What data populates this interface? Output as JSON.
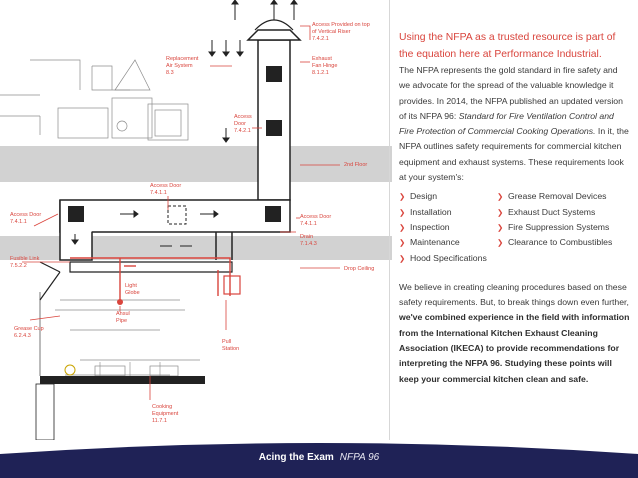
{
  "diagram": {
    "labels": {
      "access_top": [
        "Access Provided on top",
        "of Vertical Riser",
        "7.4.2.1"
      ],
      "replacement_air": [
        "Replacement",
        "Air System",
        "8.3"
      ],
      "exhaust_fan": [
        "Exhaust",
        "Fan Hinge",
        "8.1.2.1"
      ],
      "access_door_vertical": [
        "Access",
        "Door",
        "7.4.2.1"
      ],
      "second_floor": [
        "2nd Floor"
      ],
      "access_door_center": [
        "Access Door",
        "7.4.1.1"
      ],
      "access_door_left": [
        "Access Door",
        "7.4.1.1"
      ],
      "access_door_right": [
        "Access Door",
        "7.4.1.1"
      ],
      "drain": [
        "Drain",
        "7.1.4.3"
      ],
      "drop_ceiling": [
        "Drop Ceiling"
      ],
      "fusible_link": [
        "Fusible Link",
        "7.5.2.2"
      ],
      "light_globe": [
        "Light",
        "Globe"
      ],
      "ansul_pipe": [
        "Ansul",
        "Pipe"
      ],
      "grease_cup": [
        "Grease Cup",
        "6.2.4.3"
      ],
      "pull_station": [
        "Pull",
        "Station"
      ],
      "cooking_equipment": [
        "Cooking",
        "Equipment",
        "11.7.1"
      ]
    }
  },
  "content": {
    "intro": "Using the NFPA as a trusted resource is part of the equation here at Performance Industrial.",
    "para1_start": "The NFPA represents the gold standard in fire safety and we advocate for the spread of the valuable knowledge it provides. In 2014, the NFPA published an updated version of its NFPA 96: ",
    "para1_italic": "Standard for Fire Ventilation Control and Fire Protection of Commercial Cooking Operations.",
    "para1_end": " In it, the NFPA outlines safety requirements for commercial kitchen equipment and exhaust systems. These requirements look at your system's:",
    "list_left": [
      "Design",
      "Installation",
      "Inspection",
      "Maintenance",
      "Hood Specifications"
    ],
    "list_right": [
      "Grease Removal Devices",
      "Exhaust Duct Systems",
      "Fire Suppression Systems",
      "Clearance to Combustibles"
    ],
    "para2_start": "We believe in creating cleaning procedures based on these safety requirements. But, to break things down even further, ",
    "para2_bold": "we've combined experience in the field with information from the International Kitchen Exhaust Cleaning Association (IKECA) to provide recommendations for interpreting the NFPA 96. Studying these points will keep your commercial kitchen clean and safe."
  },
  "footer": {
    "title": "Acing the Exam",
    "subtitle": "NFPA 96"
  },
  "colors": {
    "accent_red": "#d9443c",
    "navy": "#1f2256",
    "floor_gray": "#d2d2d2",
    "duct_outline": "#222222"
  }
}
